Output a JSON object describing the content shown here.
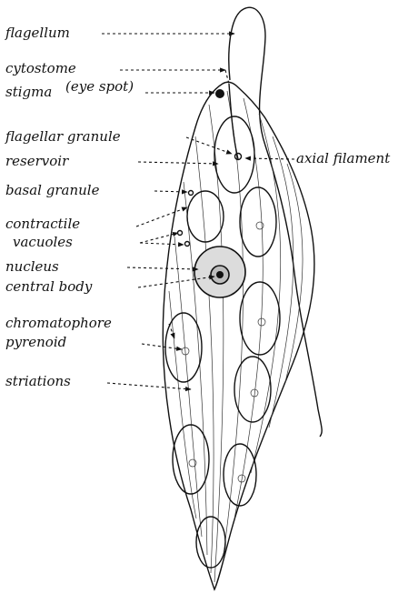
{
  "labels": {
    "flagellum": "flagellum",
    "cytostome": "cytostome",
    "stigma": "stigma",
    "eye_spot": "(eye spot)",
    "flagellar_granule": "flagellar granule",
    "reservoir": "reservoir",
    "axial_filament": "axial filament",
    "basal_granule": "basal granule",
    "contractile": "contractile",
    "vacuoles": "vacuoles",
    "nucleus": "nucleus",
    "central_body": "central body",
    "chromatophore": "chromatophore",
    "pyrenoid": "pyrenoid",
    "striations": "striations"
  }
}
